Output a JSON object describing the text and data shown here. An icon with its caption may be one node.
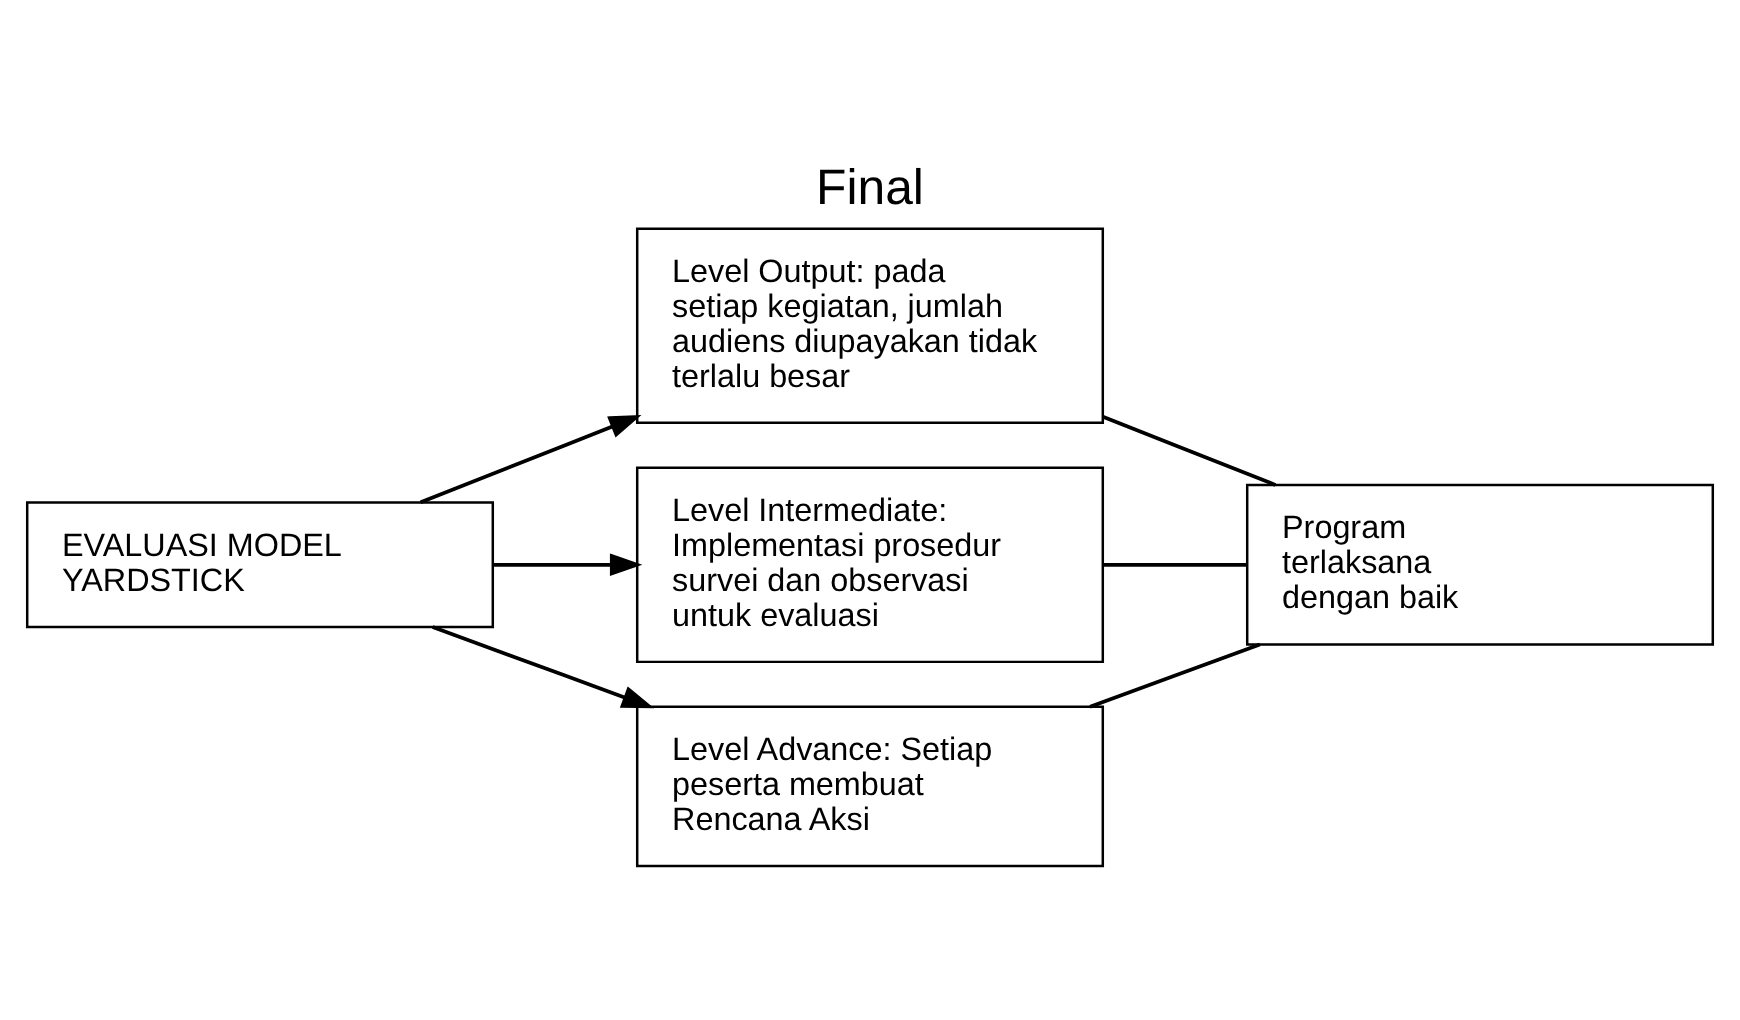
{
  "diagram": {
    "title": "Final",
    "nodes": [
      {
        "text": [
          "EVALUASI MODEL YARDSTICK"
        ]
      },
      {
        "text": [
          "Level Output: pada setiap kegiatan, jumlah audiens diupayakan tidak terlalu besar"
        ]
      },
      {
        "text": [
          "Level Intermediate: Implementasi prosedur survei dan observasi untuk evaluasi"
        ]
      },
      {
        "text": [
          "Level Advance: Setiap peserta membuat Rencana Aksi"
        ]
      },
      {
        "text": [
          "Program terlaksana dengan baik"
        ]
      }
    ],
    "edges": [
      {
        "from": 0,
        "to": 1,
        "arrow": "to"
      },
      {
        "from": 0,
        "to": 2,
        "arrow": "to"
      },
      {
        "from": 0,
        "to": 3,
        "arrow": "to"
      },
      {
        "from": 1,
        "to": 4,
        "arrow": "none"
      },
      {
        "from": 2,
        "to": 4,
        "arrow": "none"
      },
      {
        "from": 3,
        "to": 4,
        "arrow": "none"
      }
    ]
  }
}
